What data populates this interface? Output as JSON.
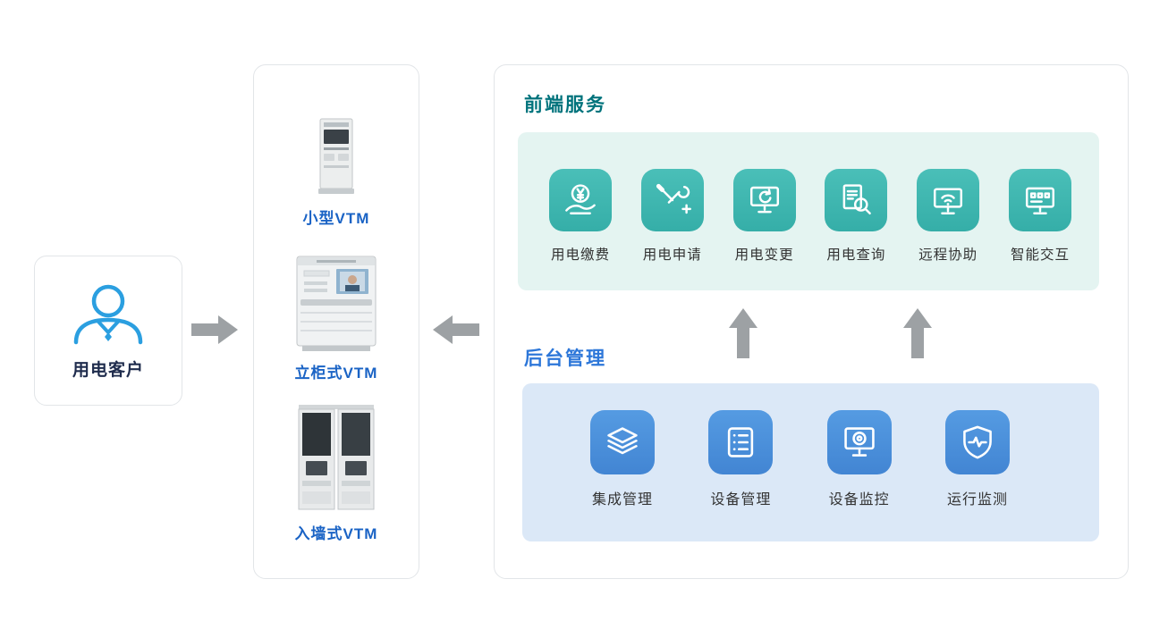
{
  "customer": {
    "label": "用电客户"
  },
  "vtm": {
    "items": [
      {
        "label": "小型VTM"
      },
      {
        "label": "立柜式VTM"
      },
      {
        "label": "入墙式VTM"
      }
    ]
  },
  "frontend": {
    "title": "前端服务",
    "items": [
      {
        "label": "用电缴费",
        "icon": "coin-hand-icon"
      },
      {
        "label": "用电申请",
        "icon": "tools-plus-icon"
      },
      {
        "label": "用电变更",
        "icon": "monitor-refresh-icon"
      },
      {
        "label": "用电查询",
        "icon": "document-search-icon"
      },
      {
        "label": "远程协助",
        "icon": "monitor-wifi-icon"
      },
      {
        "label": "智能交互",
        "icon": "monitor-widgets-icon"
      }
    ]
  },
  "backend": {
    "title": "后台管理",
    "items": [
      {
        "label": "集成管理",
        "icon": "layers-icon"
      },
      {
        "label": "设备管理",
        "icon": "server-icon"
      },
      {
        "label": "设备监控",
        "icon": "monitor-lens-icon"
      },
      {
        "label": "运行监测",
        "icon": "shield-pulse-icon"
      }
    ]
  },
  "colors": {
    "frontend_accent": "#3eb8b1",
    "frontend_panel": "#e4f4f1",
    "frontend_title": "#00737c",
    "backend_accent": "#4a90db",
    "backend_panel": "#dbe8f7",
    "backend_title": "#2d77d9",
    "vtm_label": "#1a63c5",
    "customer_label": "#1f2c4d",
    "arrow": "#9da1a4"
  }
}
